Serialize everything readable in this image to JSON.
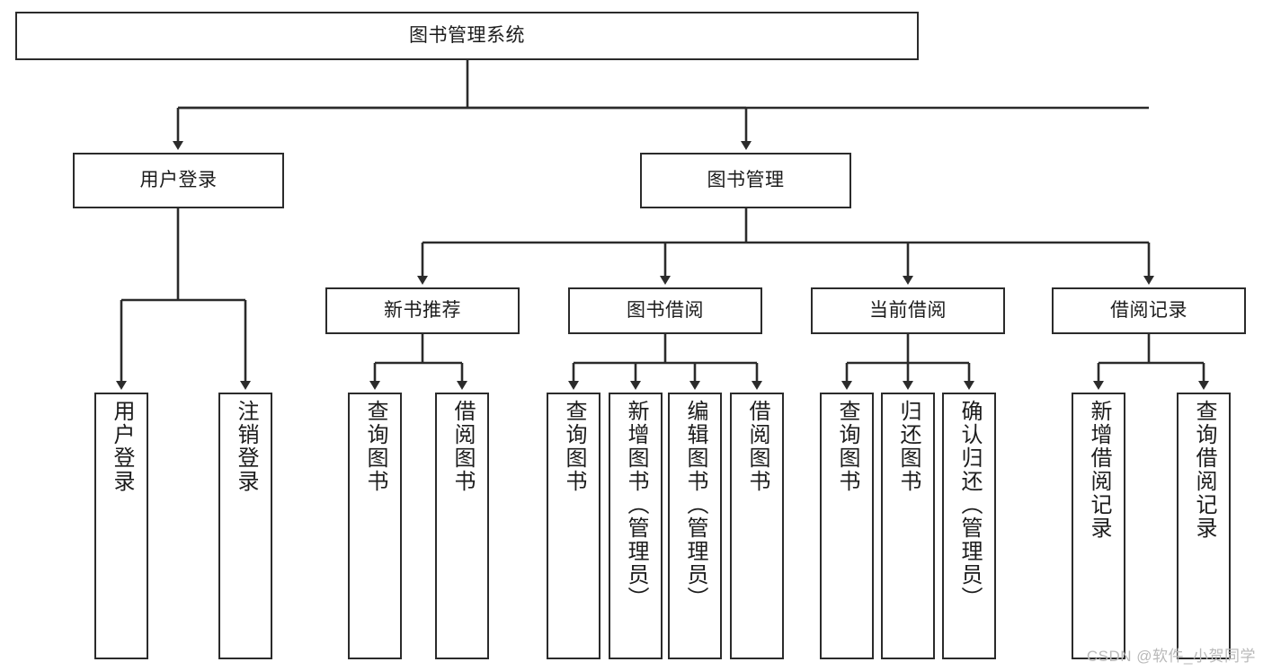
{
  "diagram": {
    "title": "图书管理系统",
    "watermark": "CSDN @软件_小贺同学",
    "colors": {
      "box_border": "#2b2b2b",
      "box_fill": "#ffffff",
      "line": "#2b2b2b",
      "text": "#1c1c1c",
      "watermark": "#b9b9b9",
      "background": "#ffffff"
    },
    "root": {
      "label": "图书管理系统"
    },
    "level1": [
      {
        "label": "用户登录"
      },
      {
        "label": "图书管理"
      }
    ],
    "level2": [
      {
        "label": "新书推荐"
      },
      {
        "label": "图书借阅"
      },
      {
        "label": "当前借阅"
      },
      {
        "label": "借阅记录"
      }
    ],
    "leaves": {
      "user_login": [
        {
          "label": "用户登录"
        },
        {
          "label": "注销登录"
        }
      ],
      "new_book_recommend": [
        {
          "label": "查询图书"
        },
        {
          "label": "借阅图书"
        }
      ],
      "book_borrow": [
        {
          "label": "查询图书"
        },
        {
          "label": "新增图书（管理员）"
        },
        {
          "label": "编辑图书（管理员）"
        },
        {
          "label": "借阅图书"
        }
      ],
      "current_borrow": [
        {
          "label": "查询图书"
        },
        {
          "label": "归还图书"
        },
        {
          "label": "确认归还（管理员）"
        }
      ],
      "borrow_records": [
        {
          "label": "新增借阅记录"
        },
        {
          "label": "查询借阅记录"
        }
      ]
    }
  }
}
